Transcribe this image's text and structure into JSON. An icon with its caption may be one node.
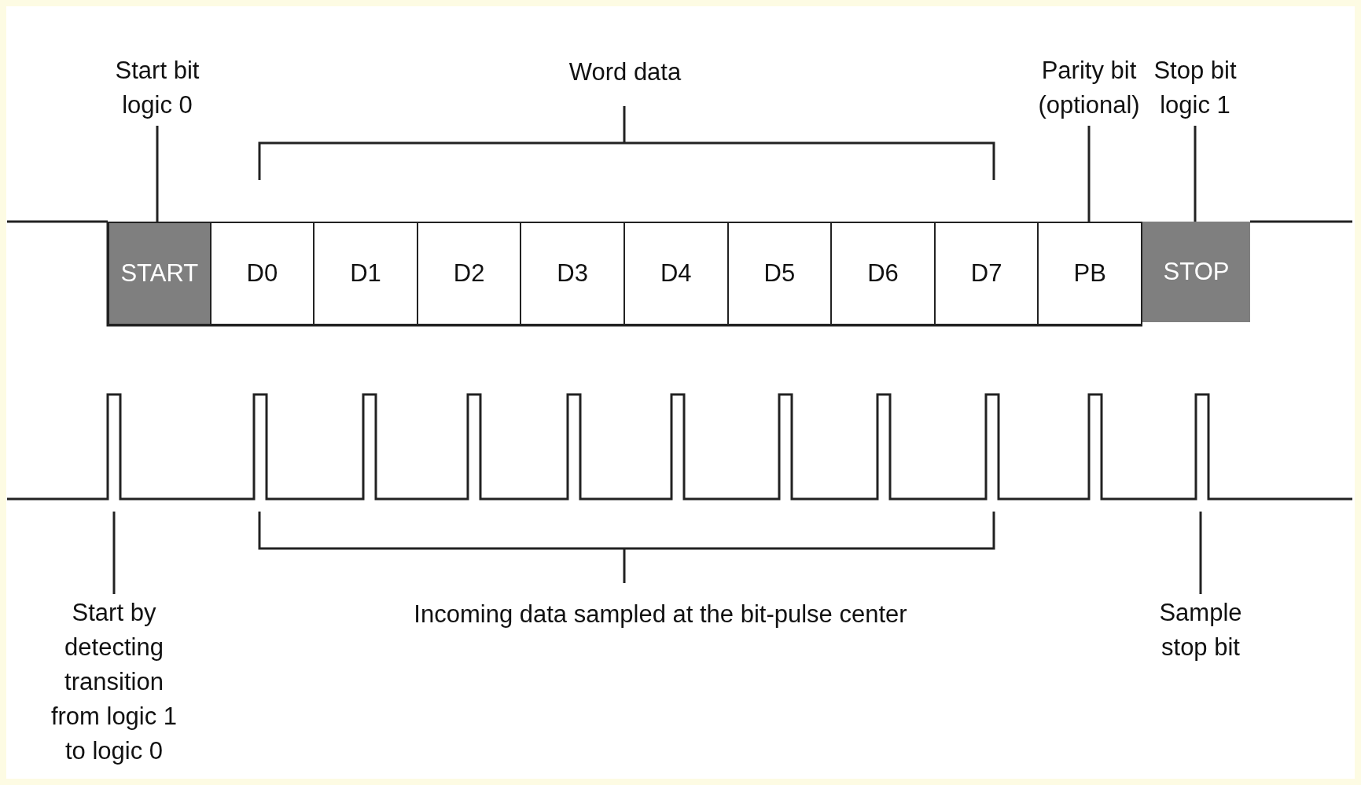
{
  "diagram": {
    "nodes": [
      {
        "text": [
          "Start bit logic 0"
        ]
      },
      {
        "text": [
          "Parity bit (optional)"
        ]
      },
      {
        "text": [
          "Stop bit logic 1"
        ]
      },
      {
        "text": [
          "START"
        ]
      },
      {
        "text": [
          "D0"
        ]
      },
      {
        "text": [
          "D1"
        ]
      },
      {
        "text": [
          "D2"
        ]
      },
      {
        "text": [
          "D3"
        ]
      },
      {
        "text": [
          "D4"
        ]
      },
      {
        "text": [
          "D5"
        ]
      },
      {
        "text": [
          "D6"
        ]
      },
      {
        "text": [
          "D7"
        ]
      },
      {
        "text": [
          "PB"
        ]
      },
      {
        "text": [
          "STOP"
        ]
      },
      {
        "text": [
          "Start by detecting transition from logic 1 to logic 0"
        ]
      },
      {
        "text": [
          "Sample stop bit"
        ]
      }
    ],
    "edges": [
      {
        "from": 0,
        "to": 3,
        "arrow": "none"
      },
      {
        "from": 1,
        "to": 12,
        "arrow": "none"
      },
      {
        "from": 2,
        "to": 13,
        "arrow": "none"
      },
      {
        "from": 14,
        "to": null,
        "arrow": "none"
      },
      {
        "from": 15,
        "to": null,
        "arrow": "none"
      }
    ],
    "labels": [
      "Word data",
      "Incoming data sampled at the bit-pulse center"
    ]
  }
}
